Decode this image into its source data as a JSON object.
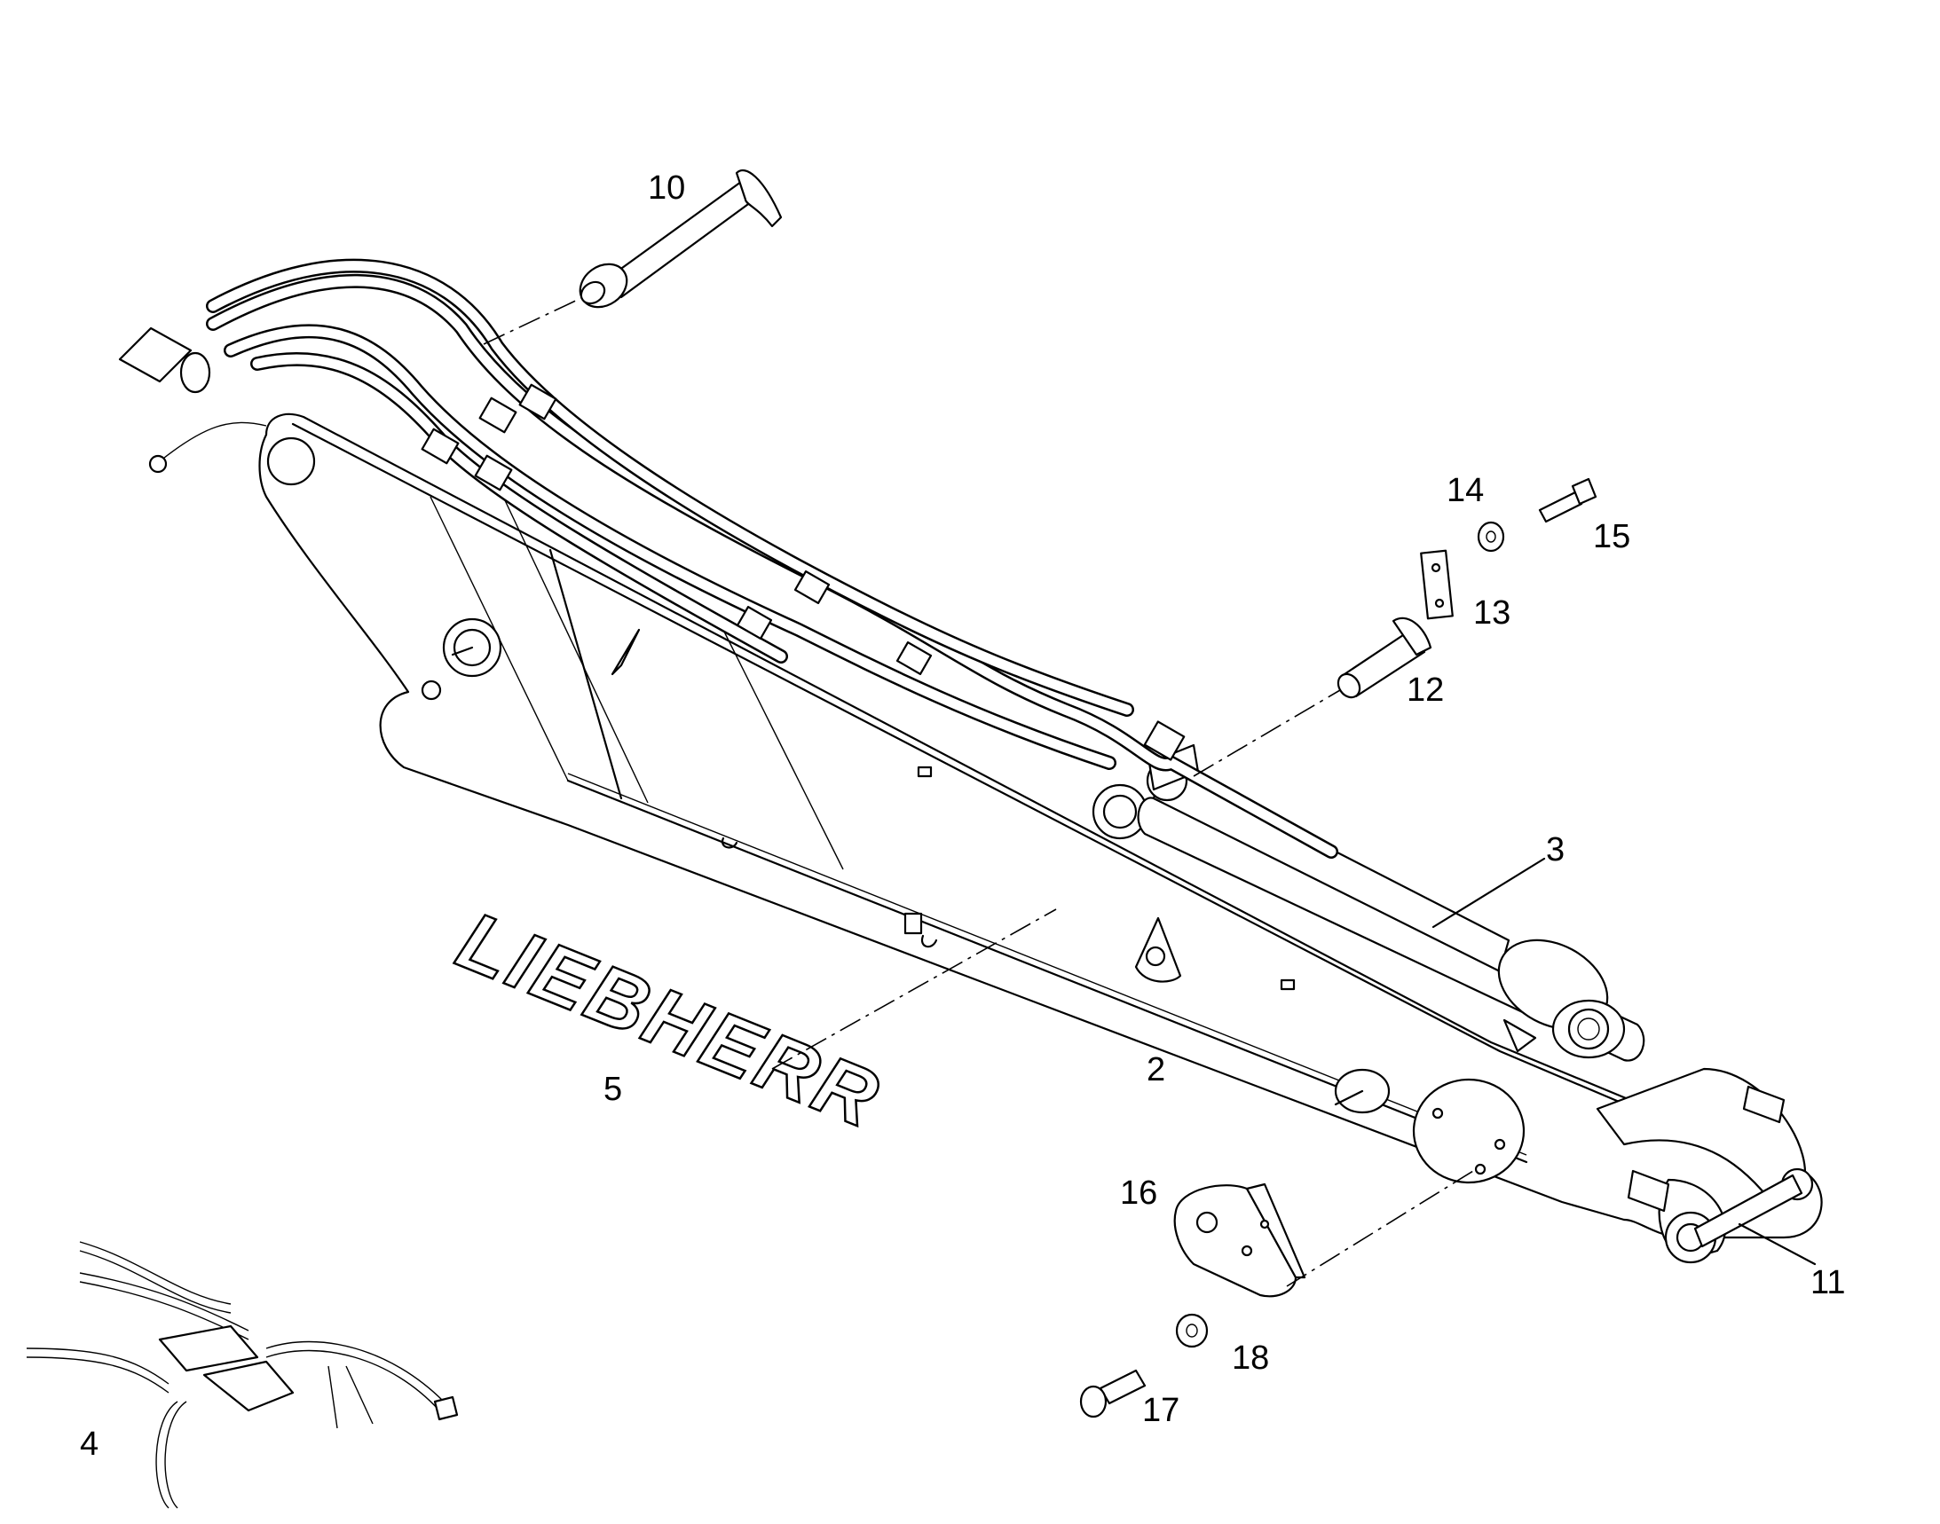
{
  "diagram": {
    "brand_lettering": "LIEBHERR",
    "callouts": [
      {
        "id": "callout-2",
        "label": "2"
      },
      {
        "id": "callout-3",
        "label": "3"
      },
      {
        "id": "callout-4",
        "label": "4"
      },
      {
        "id": "callout-5",
        "label": "5"
      },
      {
        "id": "callout-10",
        "label": "10"
      },
      {
        "id": "callout-11",
        "label": "11"
      },
      {
        "id": "callout-12",
        "label": "12"
      },
      {
        "id": "callout-13",
        "label": "13"
      },
      {
        "id": "callout-14",
        "label": "14"
      },
      {
        "id": "callout-15",
        "label": "15"
      },
      {
        "id": "callout-16",
        "label": "16"
      },
      {
        "id": "callout-17",
        "label": "17"
      },
      {
        "id": "callout-18",
        "label": "18"
      }
    ]
  }
}
